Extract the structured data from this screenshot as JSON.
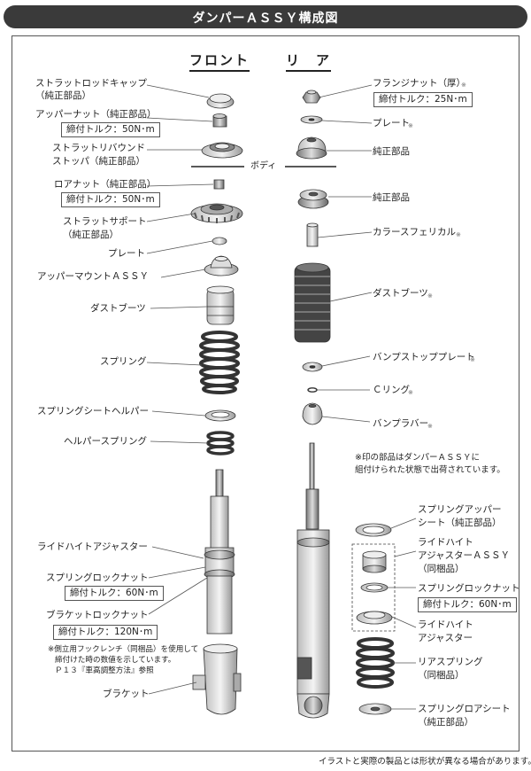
{
  "title": "ダンパーＡＳＳＹ構成図",
  "headers": {
    "front": "フロント",
    "rear": "リ　ア"
  },
  "divider": "ボディ",
  "front_labels": {
    "rod_cap_1": "ストラットロッドキャップ",
    "rod_cap_2": "（純正部品）",
    "upper_nut": "アッパーナット（純正部品）",
    "upper_nut_torque": "締付トルク：50N･m",
    "rebound_1": "ストラットリバウンド",
    "rebound_2": "ストッパ（純正部品）",
    "lower_nut": "ロアナット（純正部品）",
    "lower_nut_torque": "締付トルク：50N･m",
    "support_1": "ストラットサポート",
    "support_2": "（純正部品）",
    "plate": "プレート",
    "upper_mount": "アッパーマウントＡＳＳＹ",
    "dust_boot": "ダストブーツ",
    "spring": "スプリング",
    "spring_seat_helper": "スプリングシートヘルパー",
    "helper_spring": "ヘルパースプリング",
    "ride_height_adjuster": "ライドハイトアジャスター",
    "spring_lock_nut": "スプリングロックナット",
    "spring_lock_nut_torque": "締付トルク：60N･m",
    "bracket_lock_nut": "ブラケットロックナット",
    "bracket_lock_nut_torque": "締付トルク：120N･m",
    "torque_note_1": "※側立用フックレンチ（同梱品）を使用して",
    "torque_note_2": "締付けた時の数値を示しています。",
    "torque_note_3": "Ｐ１３『車高調整方法』参照",
    "bracket": "ブラケット"
  },
  "rear_labels": {
    "flange_nut": "フランジナット（厚）",
    "flange_nut_torque": "締付トルク：25N･m",
    "plate": "プレート",
    "genuine_1": "純正部品",
    "genuine_2": "純正部品",
    "collar_spherical": "カラースフェリカル",
    "dust_boot": "ダストブーツ",
    "bump_stop_plate": "バンプストッププレート",
    "c_ring": "Ｃリング",
    "bump_rubber": "バンプラバー",
    "assembled_note_1": "※印の部品はダンパーＡＳＳＹに",
    "assembled_note_2": "組付けられた状態で出荷されています。",
    "spring_upper_seat_1": "スプリングアッパー",
    "spring_upper_seat_2": "シート（純正部品）",
    "ride_height_adjuster_assy_1": "ライドハイト",
    "ride_height_adjuster_assy_2": "アジャスターＡＳＳＹ",
    "ride_height_adjuster_assy_3": "（同梱品）",
    "spring_lock_nut": "スプリングロックナット",
    "spring_lock_nut_torque": "締付トルク：60N･m",
    "ride_height_adjuster_1": "ライドハイト",
    "ride_height_adjuster_2": "アジャスター",
    "rear_spring_1": "リアスプリング",
    "rear_spring_2": "（同梱品）",
    "spring_lower_seat_1": "スプリングロアシート",
    "spring_lower_seat_2": "（純正部品）"
  },
  "star_mark": "※",
  "footer": "イラストと実際の製品とは形状が異なる場合があります。"
}
